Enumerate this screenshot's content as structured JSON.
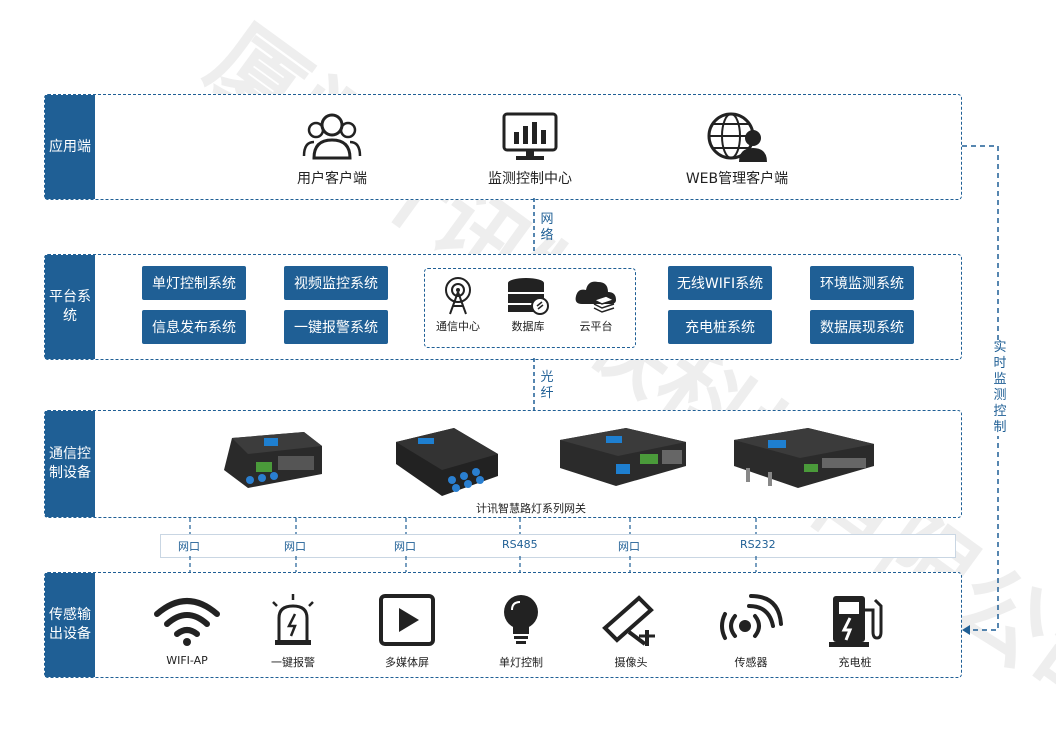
{
  "colors": {
    "primary": "#1f5f95",
    "dashed": "#1f5f95",
    "text": "#222222"
  },
  "layers": {
    "app": {
      "label": "应用端"
    },
    "platform": {
      "label": "平台系统"
    },
    "comm": {
      "label": "通信控制设备"
    },
    "sensor": {
      "label": "传感输出设备"
    }
  },
  "connectors": {
    "network": "网络",
    "fiber": "光纤",
    "realtime": "实时监测控制"
  },
  "apps": [
    {
      "label": "用户客户端",
      "icon": "users-icon"
    },
    {
      "label": "监测控制中心",
      "icon": "monitor-chart-icon"
    },
    {
      "label": "WEB管理客户端",
      "icon": "globe-user-icon"
    }
  ],
  "platform_left": [
    "单灯控制系统",
    "视频监控系统",
    "信息发布系统",
    "一键报警系统"
  ],
  "platform_core": [
    {
      "label": "通信中心",
      "icon": "antenna-icon"
    },
    {
      "label": "数据库",
      "icon": "database-icon"
    },
    {
      "label": "云平台",
      "icon": "cloud-icon"
    }
  ],
  "platform_right": [
    "无线WIFI系统",
    "环境监测系统",
    "充电桩系统",
    "数据展现系统"
  ],
  "gateway_caption": "计讯智慧路灯系列网关",
  "ports": [
    "网口",
    "网口",
    "网口",
    "RS485",
    "网口",
    "RS232"
  ],
  "outputs": [
    {
      "label": "WIFI-AP",
      "icon": "wifi-icon"
    },
    {
      "label": "一键报警",
      "icon": "alarm-icon"
    },
    {
      "label": "多媒体屏",
      "icon": "play-screen-icon"
    },
    {
      "label": "单灯控制",
      "icon": "bulb-icon"
    },
    {
      "label": "摄像头",
      "icon": "camera-icon"
    },
    {
      "label": "传感器",
      "icon": "sensor-icon"
    },
    {
      "label": "充电桩",
      "icon": "charger-icon"
    }
  ],
  "watermark": "厦门计讯物联科技有限公司"
}
